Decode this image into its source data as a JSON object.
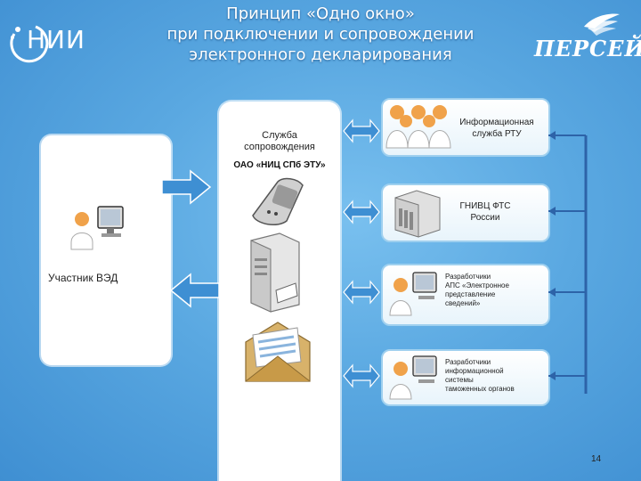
{
  "slide": {
    "title_line1": "Принцип «Одно окно»",
    "title_line2": "при подключении и сопровождении",
    "title_line3": "электронного декларирования",
    "page_number": "14"
  },
  "logos": {
    "left_text": "НИИ",
    "right_text": "ПЕРСЕЙ"
  },
  "participant": {
    "label": "Участник  ВЭД"
  },
  "support": {
    "line1": "Служба",
    "line2": "сопровождения",
    "org": "ОАО «НИЦ СПб ЭТУ»"
  },
  "right_blocks": [
    {
      "lines": [
        "Информационная",
        "служба РТУ"
      ]
    },
    {
      "lines": [
        "ГНИВЦ ФТС",
        "России"
      ]
    },
    {
      "lines": [
        "Разработчики",
        "АПС «Электронное",
        "представление",
        "сведений»"
      ]
    },
    {
      "lines": [
        "Разработчики",
        "информационной",
        "системы",
        "таможенных органов"
      ]
    }
  ],
  "colors": {
    "background": "#4d9bd8",
    "arrow_fill": "#3e8fd3",
    "line": "#2d63a8",
    "person_head": "#f0a24a",
    "person_body": "#ffffff"
  }
}
